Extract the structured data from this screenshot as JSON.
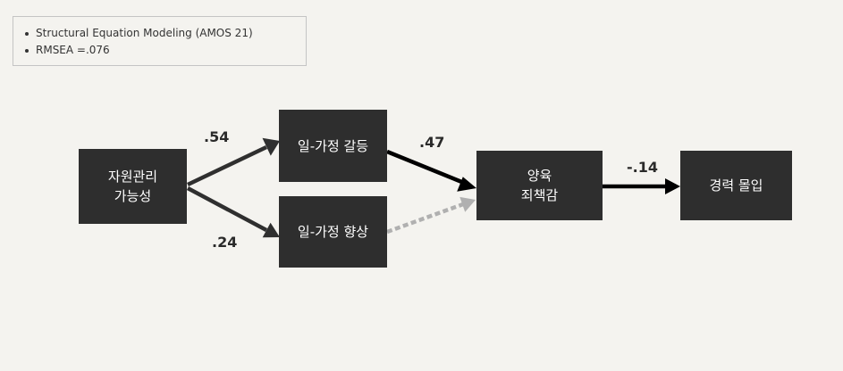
{
  "notes": [
    "Structural Equation Modeling (AMOS 21)",
    "RMSEA =.076"
  ],
  "nodes": {
    "resource": {
      "line1": "자원관리",
      "line2": "가능성"
    },
    "conflict": {
      "label": "일-가정 갈등"
    },
    "enrichment": {
      "label": "일-가정 향상"
    },
    "guilt": {
      "line1": "양육",
      "line2": "죄책감"
    },
    "commitment": {
      "label": "경력 몰입"
    }
  },
  "paths": {
    "resource_to_conflict": ".54",
    "resource_to_enrichment": ".24",
    "conflict_to_guilt": ".47",
    "guilt_to_commitment": "-.14"
  },
  "colors": {
    "background": "#f4f3ef",
    "node": "#2e2e2e",
    "arrow_solid": "#000000",
    "arrow_dashed": "#b0b0b0"
  }
}
